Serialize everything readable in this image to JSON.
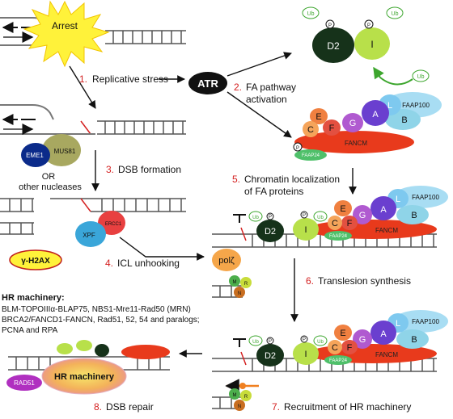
{
  "steps": {
    "s1_num": "1.",
    "s1": "Replicative stress",
    "s2_num": "2.",
    "s2a": "FA pathway",
    "s2b": "activation",
    "s3_num": "3.",
    "s3": "DSB formation",
    "s4_num": "4.",
    "s4": "ICL unhooking",
    "s5_num": "5.",
    "s5a": "Chromatin localization",
    "s5b": "of FA proteins",
    "s6_num": "6.",
    "s6": "Translesion synthesis",
    "s7_num": "7.",
    "s7": "Recruitment of HR machinery",
    "s8_num": "8.",
    "s8": "DSB repair"
  },
  "labels": {
    "arrest": "Arrest",
    "atr": "ATR",
    "d2": "D2",
    "i": "I",
    "ub": "Ub",
    "p": "P",
    "faap100": "FAAP100",
    "fancm": "FANCM",
    "faap24": "FAAP24",
    "a": "A",
    "b": "B",
    "c": "C",
    "e": "E",
    "f": "F",
    "g": "G",
    "l": "L",
    "eme1": "EME1",
    "mus81": "MUS81",
    "or": "OR",
    "other_nucleases": "other nucleases",
    "xpf": "XPF",
    "ercc1": "ERCC1",
    "h2ax": "γ-H2AX",
    "polz": "polζ",
    "m": "M",
    "r": "R",
    "n": "N",
    "rad51": "RAD51",
    "hr_machinery": "HR machinery"
  },
  "hr_box": {
    "title": "HR machinery:",
    "line1": "BLM-TOPOIIIα-BLAP75, NBS1-Mre11-Rad50 (MRN)",
    "line2": "BRCA2/FANCD1-FANCN, Rad51, 52, 54 and paralogs;",
    "line3": "PCNA and RPA"
  },
  "colors": {
    "d2": "#16321a",
    "i": "#b8e04a",
    "ub": "#3da62e",
    "step_num": "#d42020",
    "fancm": "#e83a1c",
    "a": "#6a3fcf",
    "b": "#8fd4e8",
    "l": "#7ec9ef",
    "faap100": "#a8ddf3",
    "g": "#b05ad0",
    "e": "#f08040",
    "f": "#e35040",
    "c": "#f5a45a",
    "faap24": "#4fc06a",
    "eme1": "#0b2b8a",
    "mus81": "#a8a860",
    "xpf": "#3aa6d9",
    "ercc1": "#e84040",
    "h2ax_fill": "#fff23a",
    "h2ax_stroke": "#c0201b",
    "polz": "#f5a64a",
    "m": "#4cae4c",
    "r": "#c8dc3a",
    "n": "#c86e20",
    "rad51": "#b030c0",
    "arrest": "#fff23a"
  }
}
